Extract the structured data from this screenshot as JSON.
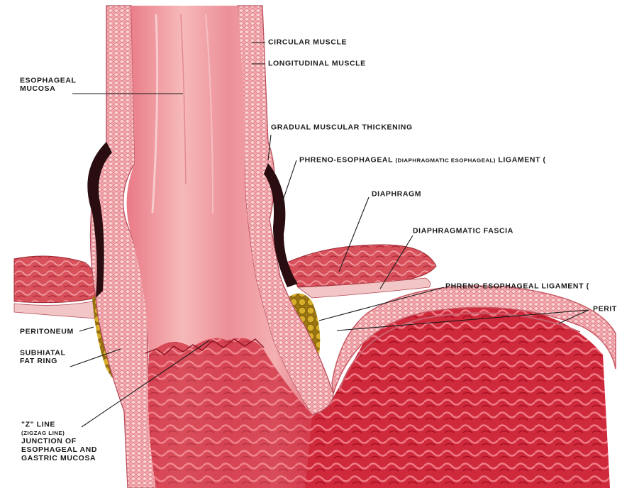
{
  "labels": {
    "esophageal_mucosa": [
      "ESOPHAGEAL",
      "MUCOSA"
    ],
    "circular_muscle": "CIRCULAR MUSCLE",
    "longitudinal_muscle": "LONGITUDINAL MUSCLE",
    "gradual_thickening": "GRADUAL MUSCULAR THICKENING",
    "phreno_esophageal_diaphragmatic": {
      "main": "PHRENO-ESOPHAGEAL",
      "small": "(DIAPHRAGMATIC ESOPHAGEAL)",
      "tail": "LIGAMENT ("
    },
    "diaphragm": "DIAPHRAGM",
    "diaphragmatic_fascia": "DIAPHRAGMATIC FASCIA",
    "phreno_esophageal_ligament": "PHRENO-ESOPHAGEAL LIGAMENT (",
    "peritoneum_right": "PERIT",
    "peritoneum_left": "PERITONEUM",
    "subhiatal_fat_ring": [
      "SUBHIATAL",
      "FAT RING"
    ],
    "z_line": {
      "title": "\"Z\" LINE",
      "small": "(ZIGZAG LINE)",
      "rest": [
        "JUNCTION OF",
        "ESOPHAGEAL AND",
        "GASTRIC MUCOSA"
      ]
    }
  },
  "colors": {
    "mucosa": "#e8848c",
    "mucosa_light": "#f3b4b4",
    "muscle": "#f0a0a8",
    "diaphragm": "#d9535c",
    "stomach": "#c81e32",
    "fat": "#c8a020",
    "leader_line": "#1a1a1a"
  }
}
